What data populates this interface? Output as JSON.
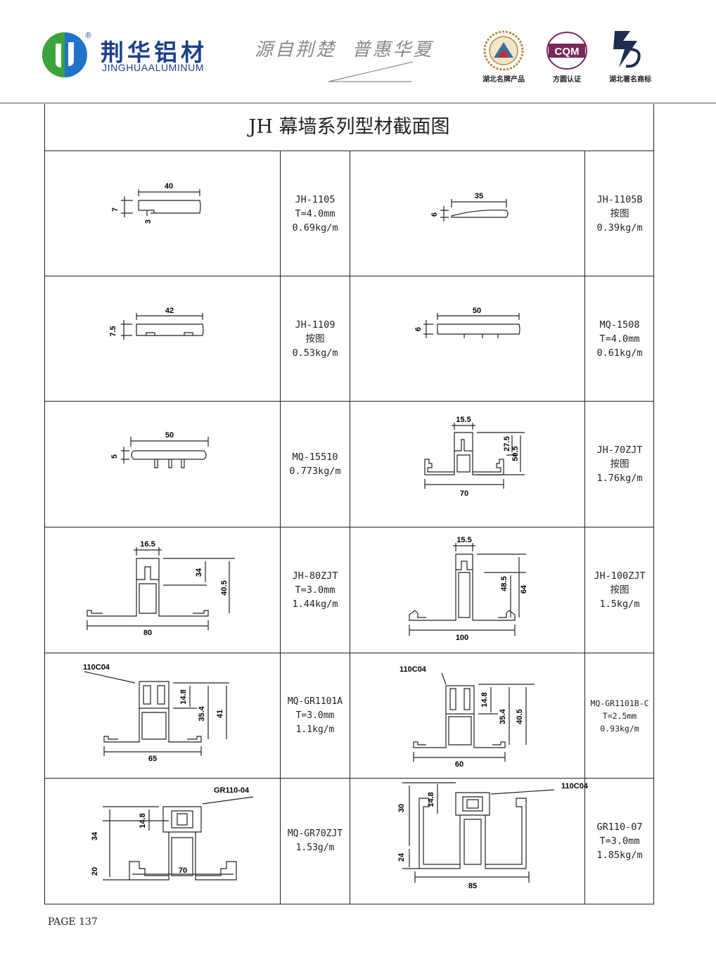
{
  "header": {
    "brand_cn": "荆华铝材",
    "brand_en": "JINGHUAALUMINUM",
    "registered_mark": "®",
    "slogan": "源自荆楚  普惠华夏",
    "certs": [
      {
        "caption": "湖北名牌产品",
        "icon": "hubei-famous-brand-emblem"
      },
      {
        "caption": "方圆认证",
        "icon": "cqm-certification-seal",
        "logo_text": "CQM"
      },
      {
        "caption": "湖北著名商标",
        "icon": "famous-trademark-emblem"
      }
    ],
    "colors": {
      "brand_blue": "#1d3f8f",
      "logo_blue": "#1e74c7",
      "logo_green": "#3aa33a"
    }
  },
  "table": {
    "title": "JH 幕墙系列型材截面图",
    "rows": [
      {
        "left": {
          "code": "JH-1105",
          "thickness": "T=4.0mm",
          "weight": "0.69kg/m",
          "dims": [
            "40",
            "7",
            "3"
          ]
        },
        "right": {
          "code": "JH-1105B",
          "thickness": "按图",
          "weight": "0.39kg/m",
          "dims": [
            "35",
            "6"
          ]
        }
      },
      {
        "left": {
          "code": "JH-1109",
          "thickness": "按图",
          "weight": "0.53kg/m",
          "dims": [
            "42",
            "7.5"
          ]
        },
        "right": {
          "code": "MQ-1508",
          "thickness": "T=4.0mm",
          "weight": "0.61kg/m",
          "dims": [
            "50",
            "6"
          ]
        }
      },
      {
        "left": {
          "code": "MQ-15510",
          "weight": "0.773kg/m",
          "dims": [
            "50",
            "5"
          ]
        },
        "right": {
          "code": "JH-70ZJT",
          "thickness": "按图",
          "weight": "1.76kg/m",
          "dims": [
            "15.5",
            "27.5",
            "50.5",
            "70"
          ]
        }
      },
      {
        "left": {
          "code": "JH-80ZJT",
          "thickness": "T=3.0mm",
          "weight": "1.44kg/m",
          "dims": [
            "16.5",
            "34",
            "40.5",
            "80"
          ]
        },
        "right": {
          "code": "JH-100ZJT",
          "thickness": "按图",
          "weight": "1.5kg/m",
          "dims": [
            "15.5",
            "48.5",
            "64",
            "100"
          ]
        }
      },
      {
        "left": {
          "code": "MQ-GR1101A",
          "thickness": "T=3.0mm",
          "weight": "1.1kg/m",
          "dims": [
            "110C04",
            "14.8",
            "35.4",
            "41",
            "65"
          ]
        },
        "right": {
          "code": "MQ-GR1101B-C",
          "thickness": "T=2.5mm",
          "weight": "0.93kg/m",
          "dims": [
            "110C04",
            "14.8",
            "35.4",
            "40.5",
            "60"
          ]
        }
      },
      {
        "left": {
          "code": "MQ-GR70ZJT",
          "weight": "1.53g/m",
          "dims": [
            "GR110-04",
            "34",
            "14.8",
            "20",
            "70"
          ]
        },
        "right": {
          "code": "GR110-07",
          "thickness": "T=3.0mm",
          "weight": "1.85kg/m",
          "dims": [
            "110C04",
            "30",
            "14.8",
            "24",
            "85"
          ]
        }
      }
    ]
  },
  "footer": {
    "page": "PAGE 137"
  }
}
